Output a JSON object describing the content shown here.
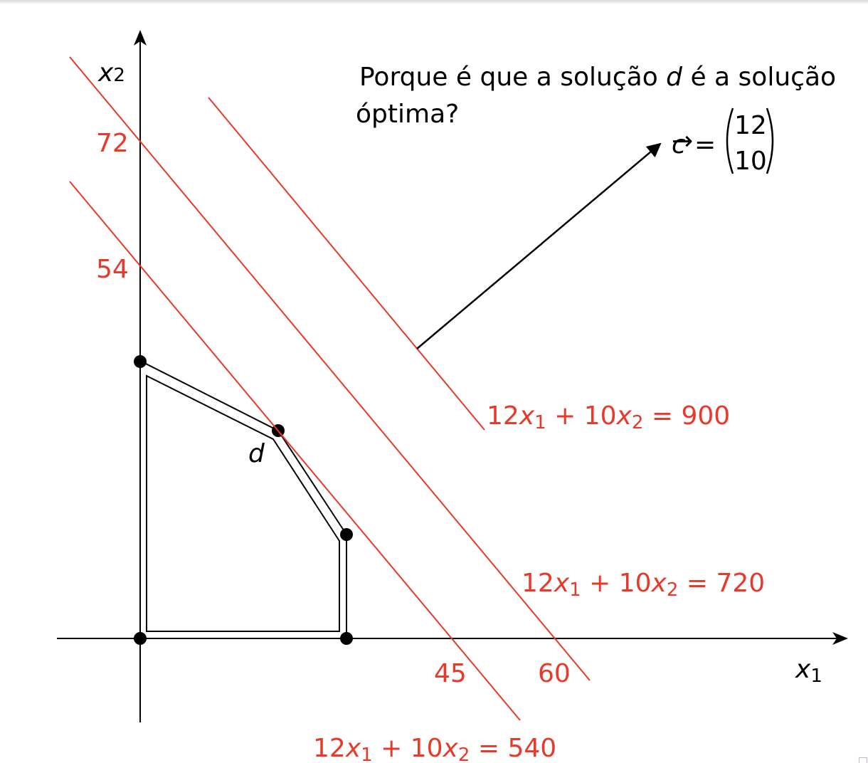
{
  "question": {
    "line1": "Porque é que a solução ",
    "var": "d",
    "line1_end": " é a solução",
    "line2": "óptima?"
  },
  "axes": {
    "x_label_base": "x",
    "x_label_sub": "1",
    "y_label_base": "x",
    "y_label_sub": "2"
  },
  "ticks": {
    "y": [
      "72",
      "54"
    ],
    "x": [
      "45",
      "60"
    ]
  },
  "vector": {
    "name": "c",
    "arrow": "→",
    "equals": "=",
    "components": [
      "12",
      "10"
    ]
  },
  "lines": [
    {
      "c1": "12",
      "c2": "10",
      "rhs": "540"
    },
    {
      "c1": "12",
      "c2": "10",
      "rhs": "720"
    },
    {
      "c1": "12",
      "c2": "10",
      "rhs": "900"
    }
  ],
  "point_label": "d",
  "colors": {
    "accent": "#e8392a",
    "ink": "#000000"
  }
}
